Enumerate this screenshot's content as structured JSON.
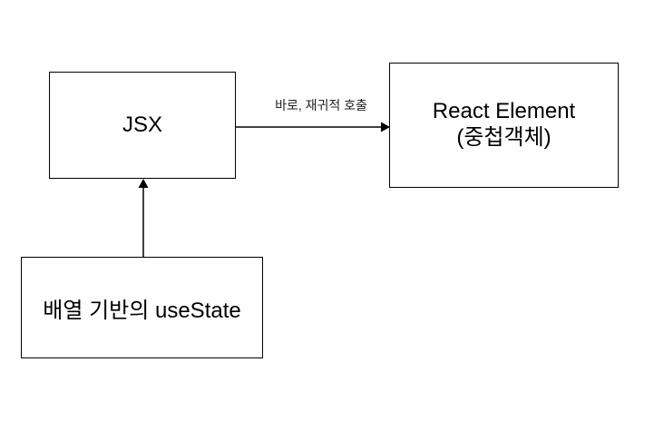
{
  "diagram": {
    "background_color": "#ffffff",
    "stroke_color": "#000000",
    "nodes": {
      "jsx": {
        "label": "JSX"
      },
      "react_element": {
        "line1": "React Element",
        "line2": "(중첩객체)"
      },
      "usestate": {
        "label": "배열 기반의 useState"
      }
    },
    "edges": [
      {
        "from": "jsx",
        "to": "react_element",
        "label": "바로, 재귀적 호출",
        "direction": "right"
      },
      {
        "from": "usestate",
        "to": "jsx",
        "direction": "up"
      }
    ]
  }
}
